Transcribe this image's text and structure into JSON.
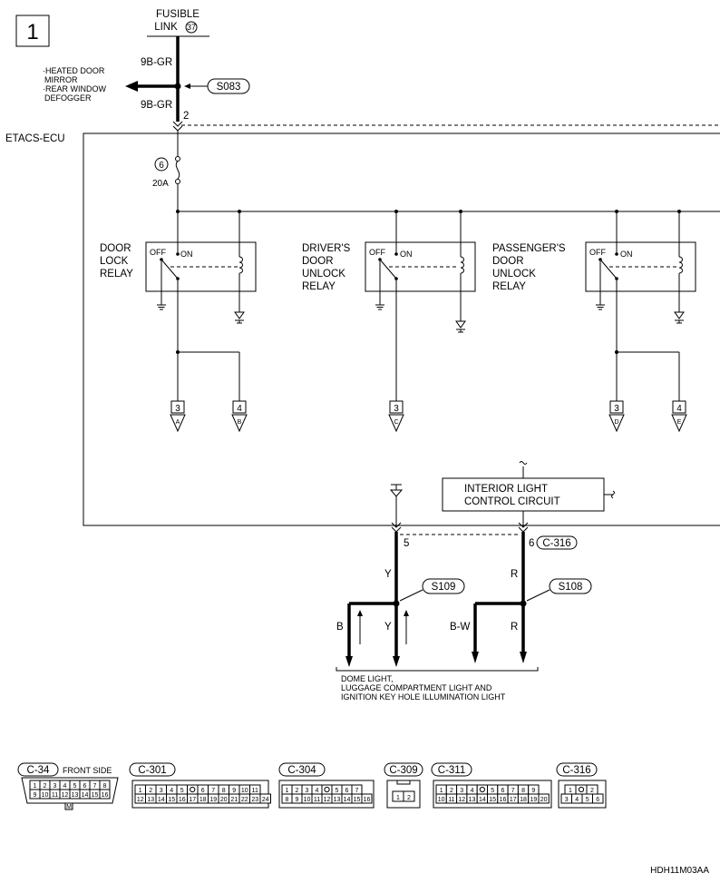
{
  "page_number": "1",
  "fusible_link": {
    "line1": "FUSIBLE",
    "line2": "LINK",
    "number": "37"
  },
  "top_wires": {
    "upper_color": "9B-GR",
    "lower_color": "9B-GR",
    "pin": "2"
  },
  "splice_s083": "S083",
  "heated_loads": [
    "·HEATED DOOR",
    "MIRROR",
    "·REAR WINDOW",
    "DEFOGGER"
  ],
  "etacs_label": "ETACS-ECU",
  "fuse": {
    "number": "6",
    "rating": "20A"
  },
  "relays": [
    {
      "lines": [
        "DOOR",
        "LOCK",
        "RELAY"
      ],
      "off": "OFF",
      "on": "ON"
    },
    {
      "lines": [
        "DRIVER'S",
        "DOOR",
        "UNLOCK",
        "RELAY"
      ],
      "off": "OFF",
      "on": "ON"
    },
    {
      "lines": [
        "PASSENGER'S",
        "DOOR",
        "UNLOCK",
        "RELAY"
      ],
      "off": "OFF",
      "on": "ON"
    }
  ],
  "connectors_out": [
    {
      "pin": "3",
      "letter": "A"
    },
    {
      "pin": "4",
      "letter": "B"
    },
    {
      "pin": "3",
      "letter": "C"
    },
    {
      "pin": "3",
      "letter": "D"
    },
    {
      "pin": "4",
      "letter": "E"
    }
  ],
  "interior_light": {
    "line1": "INTERIOR LIGHT",
    "line2": "CONTROL CIRCUIT"
  },
  "bottom_pins": {
    "pin5": "5",
    "pin6": "6",
    "connector": "C-316"
  },
  "wires_bottom": {
    "y1": "Y",
    "r1": "R",
    "b": "B",
    "y2": "Y",
    "bw": "B-W",
    "r2": "R"
  },
  "splices_bottom": {
    "s109": "S109",
    "s108": "S108"
  },
  "loads_bottom": [
    "DOME LIGHT,",
    "LUGGAGE COMPARTMENT LIGHT AND",
    "IGNITION KEY HOLE ILLUMINATION LIGHT"
  ],
  "connector_views": {
    "c34": {
      "name": "C-34",
      "side": "FRONT SIDE",
      "row1": [
        "1",
        "2",
        "3",
        "4",
        "5",
        "6",
        "7",
        "8"
      ],
      "row2": [
        "9",
        "10",
        "11",
        "12",
        "13",
        "14",
        "15",
        "16"
      ],
      "mark": "M"
    },
    "c301": {
      "name": "C-301",
      "row1": [
        "1",
        "2",
        "3",
        "4",
        "5",
        "",
        "6",
        "7",
        "8",
        "9",
        "10",
        "11"
      ],
      "row2": [
        "12",
        "13",
        "14",
        "15",
        "16",
        "17",
        "18",
        "19",
        "20",
        "21",
        "22",
        "23",
        "24"
      ]
    },
    "c304": {
      "name": "C-304",
      "row1": [
        "1",
        "2",
        "3",
        "4",
        "",
        "5",
        "6",
        "7"
      ],
      "row2": [
        "8",
        "9",
        "10",
        "11",
        "12",
        "13",
        "14",
        "15",
        "16"
      ]
    },
    "c309": {
      "name": "C-309",
      "row1": [
        "1",
        "2"
      ]
    },
    "c311": {
      "name": "C-311",
      "row1": [
        "1",
        "2",
        "3",
        "4",
        "",
        "5",
        "6",
        "7",
        "8",
        "9"
      ],
      "row2": [
        "10",
        "11",
        "12",
        "13",
        "14",
        "15",
        "16",
        "17",
        "18",
        "19",
        "20"
      ]
    },
    "c316": {
      "name": "C-316",
      "row1": [
        "1",
        "",
        "2"
      ],
      "row2": [
        "3",
        "4",
        "5",
        "6"
      ]
    }
  },
  "figure_code": "HDH11M03AA"
}
